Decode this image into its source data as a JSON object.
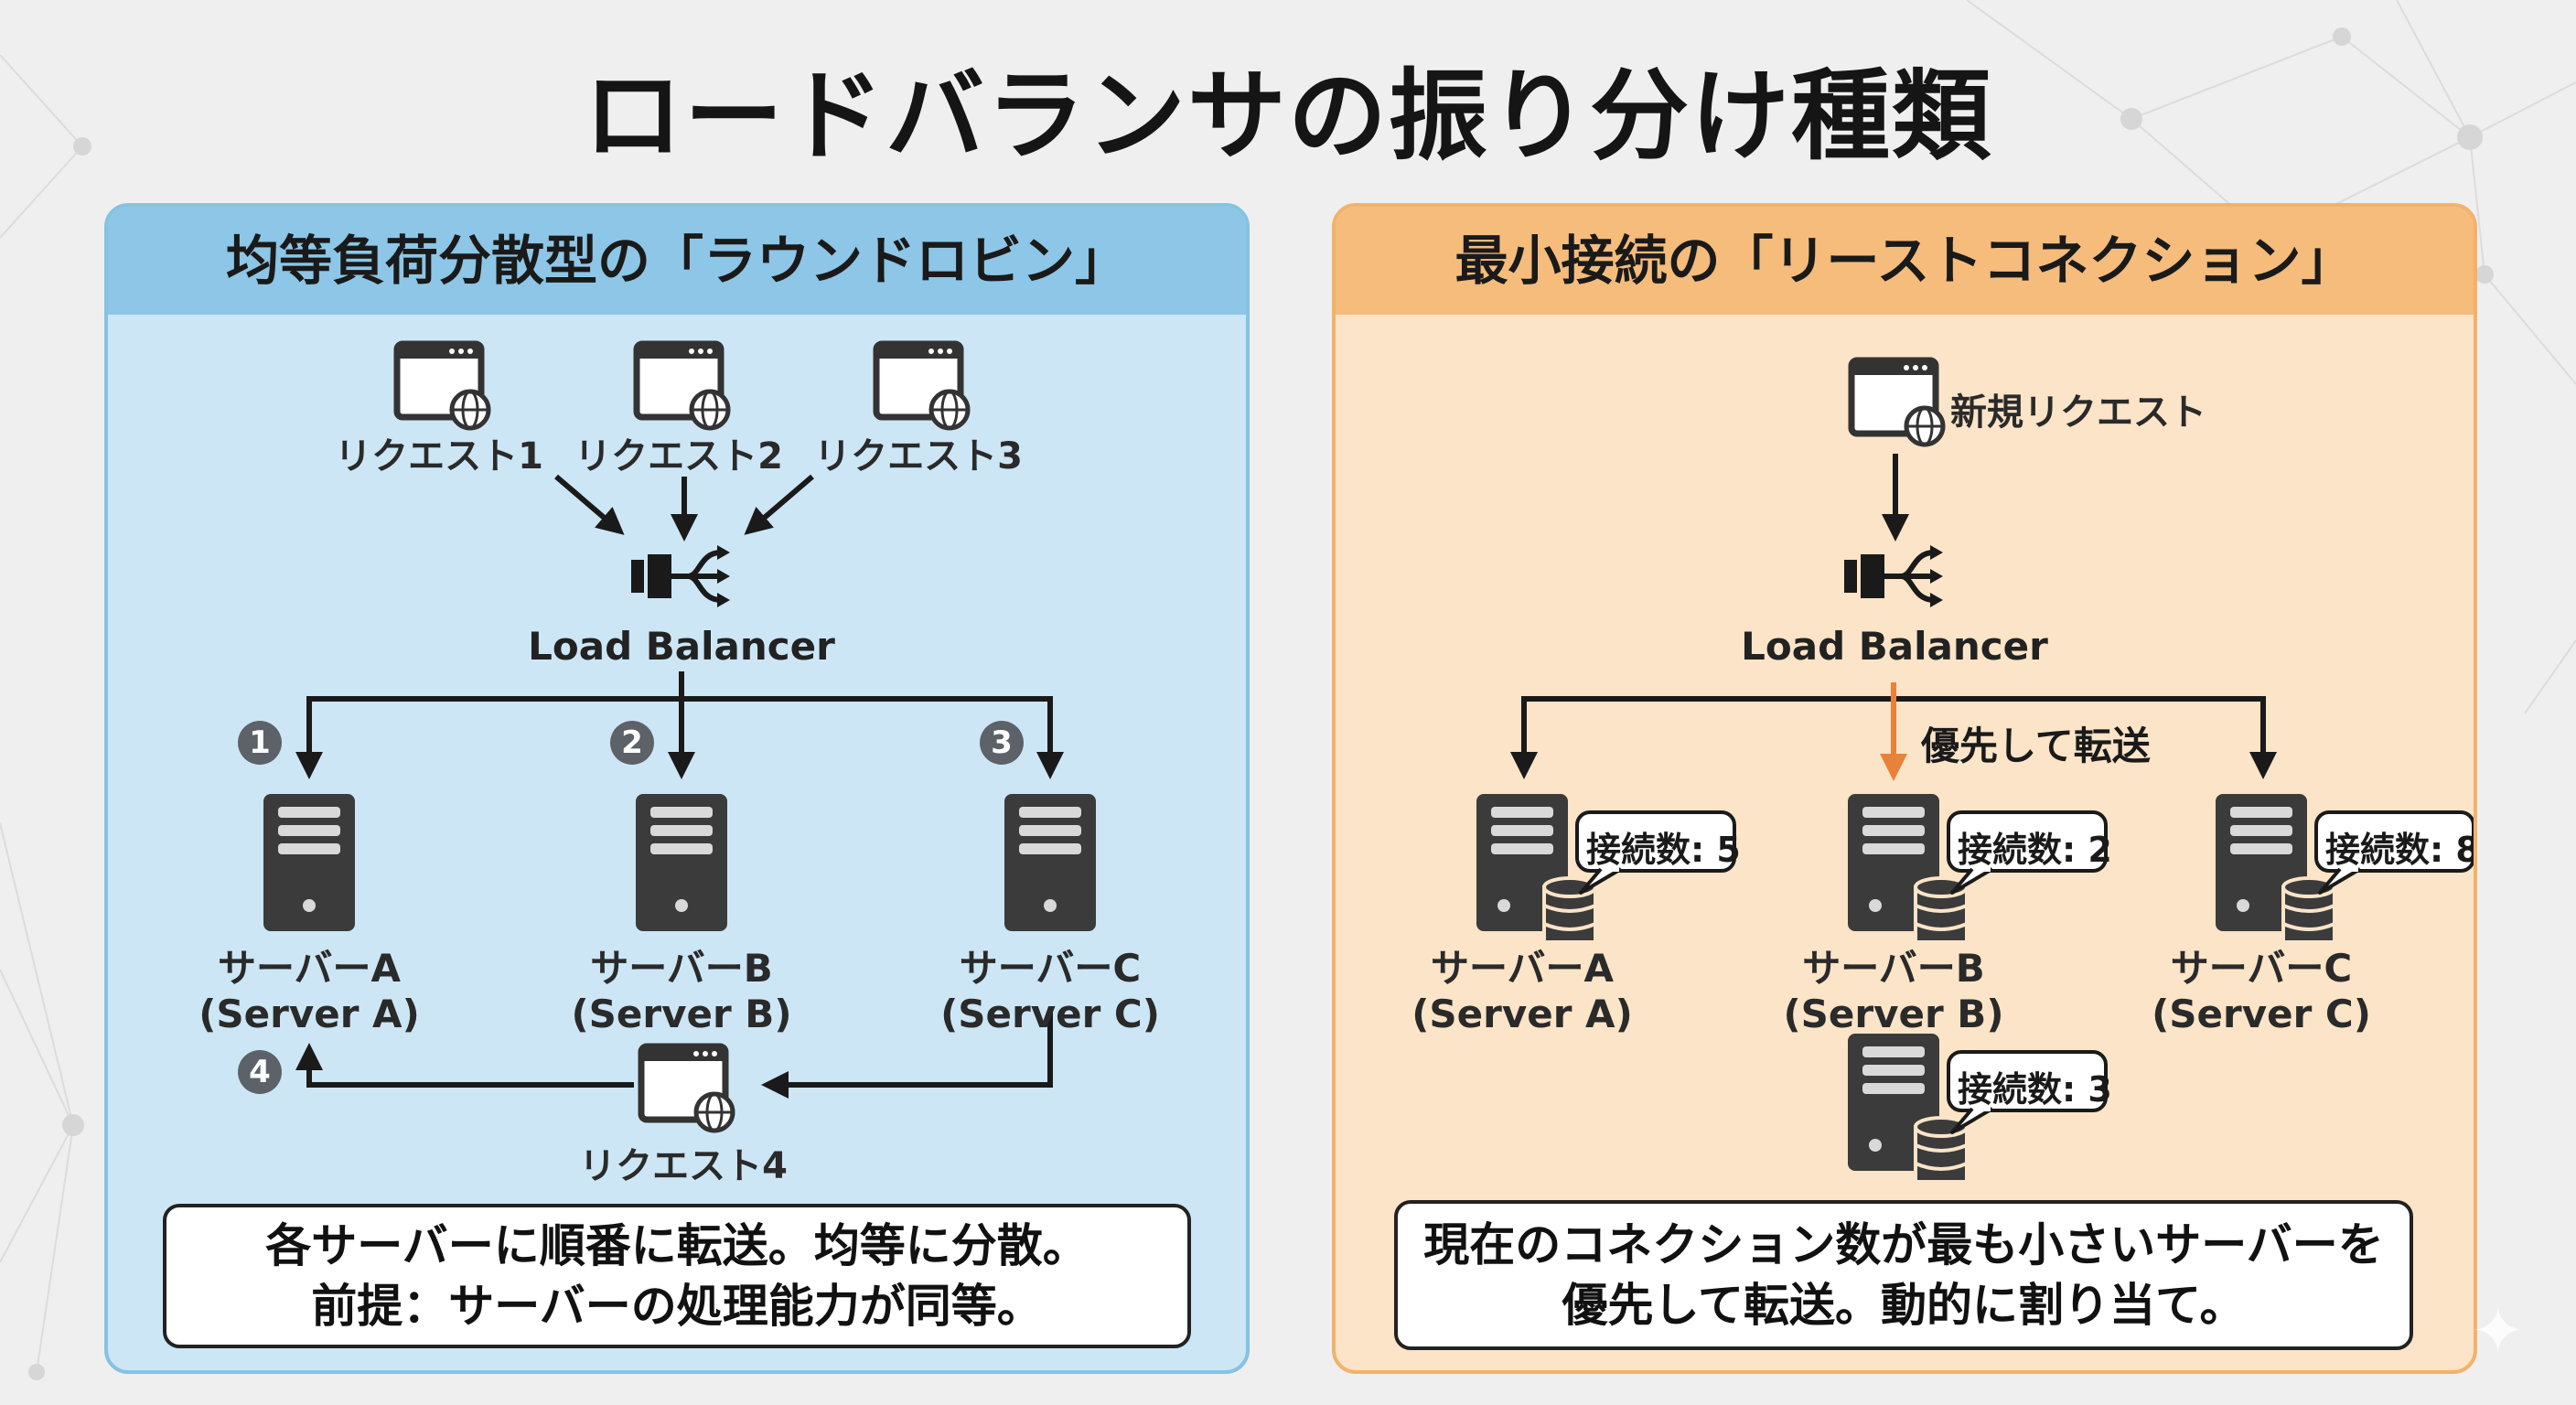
{
  "title": "ロードバランサの振り分け種類",
  "left": {
    "header": "均等負荷分散型の「ラウンドロビン」",
    "requests": [
      "リクエスト1",
      "リクエスト2",
      "リクエスト3"
    ],
    "request4": "リクエスト4",
    "load_balancer": "Load Balancer",
    "steps": [
      "1",
      "2",
      "3",
      "4"
    ],
    "servers": [
      {
        "name": "サーバーA",
        "en": "(Server A)"
      },
      {
        "name": "サーバーB",
        "en": "(Server B)"
      },
      {
        "name": "サーバーC",
        "en": "(Server C)"
      }
    ],
    "description": [
      "各サーバーに順番に転送。均等に分散。",
      "前提：サーバーの処理能力が同等。"
    ]
  },
  "right": {
    "header": "最小接続の「リーストコネクション」",
    "new_request": "新規リクエスト",
    "load_balancer": "Load Balancer",
    "priority_note": "優先して転送",
    "servers": [
      {
        "name": "サーバーA",
        "en": "(Server A)",
        "connections": "接続数: 5"
      },
      {
        "name": "サーバーB",
        "en": "(Server B)",
        "connections": "接続数: 2"
      },
      {
        "name": "サーバーC",
        "en": "(Server C)",
        "connections": "接続数: 8"
      }
    ],
    "extra_connections": "接続数: 3",
    "description": [
      "現在のコネクション数が最も小さいサーバーを",
      "優先して転送。動的に割り当て。"
    ]
  },
  "colors": {
    "left_panel": "#cde6f5",
    "left_header": "#8dc6e6",
    "right_panel": "#fbe4c7",
    "right_header": "#f5bc7c",
    "icon_dark": "#3b3b3b",
    "highlight_arrow": "#e8823a",
    "step_badge": "#5c6268"
  },
  "icons": [
    "browser-globe-icon",
    "load-balancer-icon",
    "server-icon",
    "database-icon",
    "sparkle-icon"
  ]
}
